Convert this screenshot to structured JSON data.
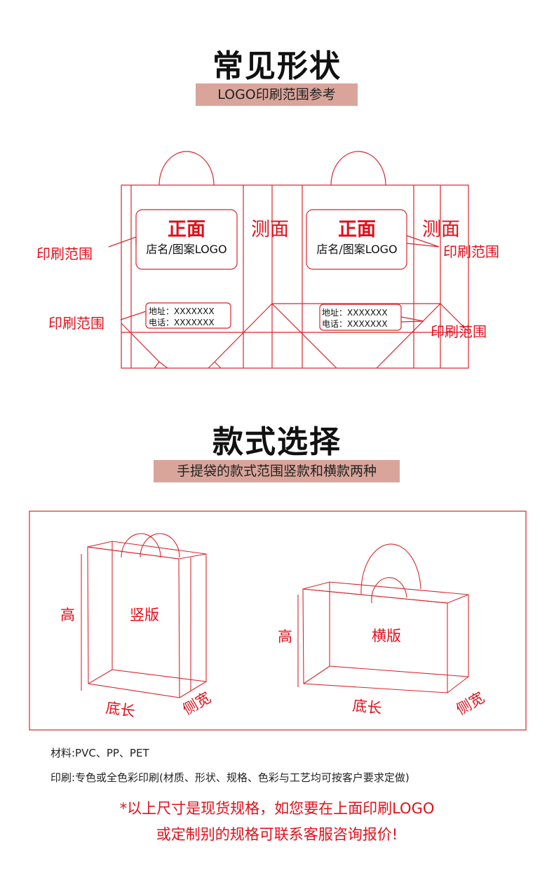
{
  "section1": {
    "title": "常见形状",
    "subtitle": "LOGO印刷范围参考",
    "front_label": "正面",
    "side_label": "测面",
    "logo_text": "店名/图案LOGO",
    "address_line": "地址：XXXXXXX",
    "phone_line": "电话：XXXXXXX",
    "print_area_label": "印刷范围"
  },
  "section2": {
    "title": "款式选择",
    "subtitle": "手提袋的款式范围竖款和横款两种",
    "vertical": {
      "name": "竖版",
      "height": "高",
      "length": "底长",
      "width": "侧宽"
    },
    "horizontal": {
      "name": "横版",
      "height": "高",
      "length": "底长",
      "width": "侧宽"
    }
  },
  "specs": {
    "material": "材料:PVC、PP、PET",
    "printing": "印刷:专色或全色彩印刷(材质、形状、规格、色彩与工艺均可按客户要求定做)"
  },
  "notice": {
    "line1": "*以上尺寸是现货规格，如您要在上面印刷LOGO",
    "line2": "或定制别的规格可联系客服咨询报价!"
  },
  "colors": {
    "accent": "#e0101a",
    "line": "#d9262c",
    "subtitle_bg": "#d9a59b"
  }
}
